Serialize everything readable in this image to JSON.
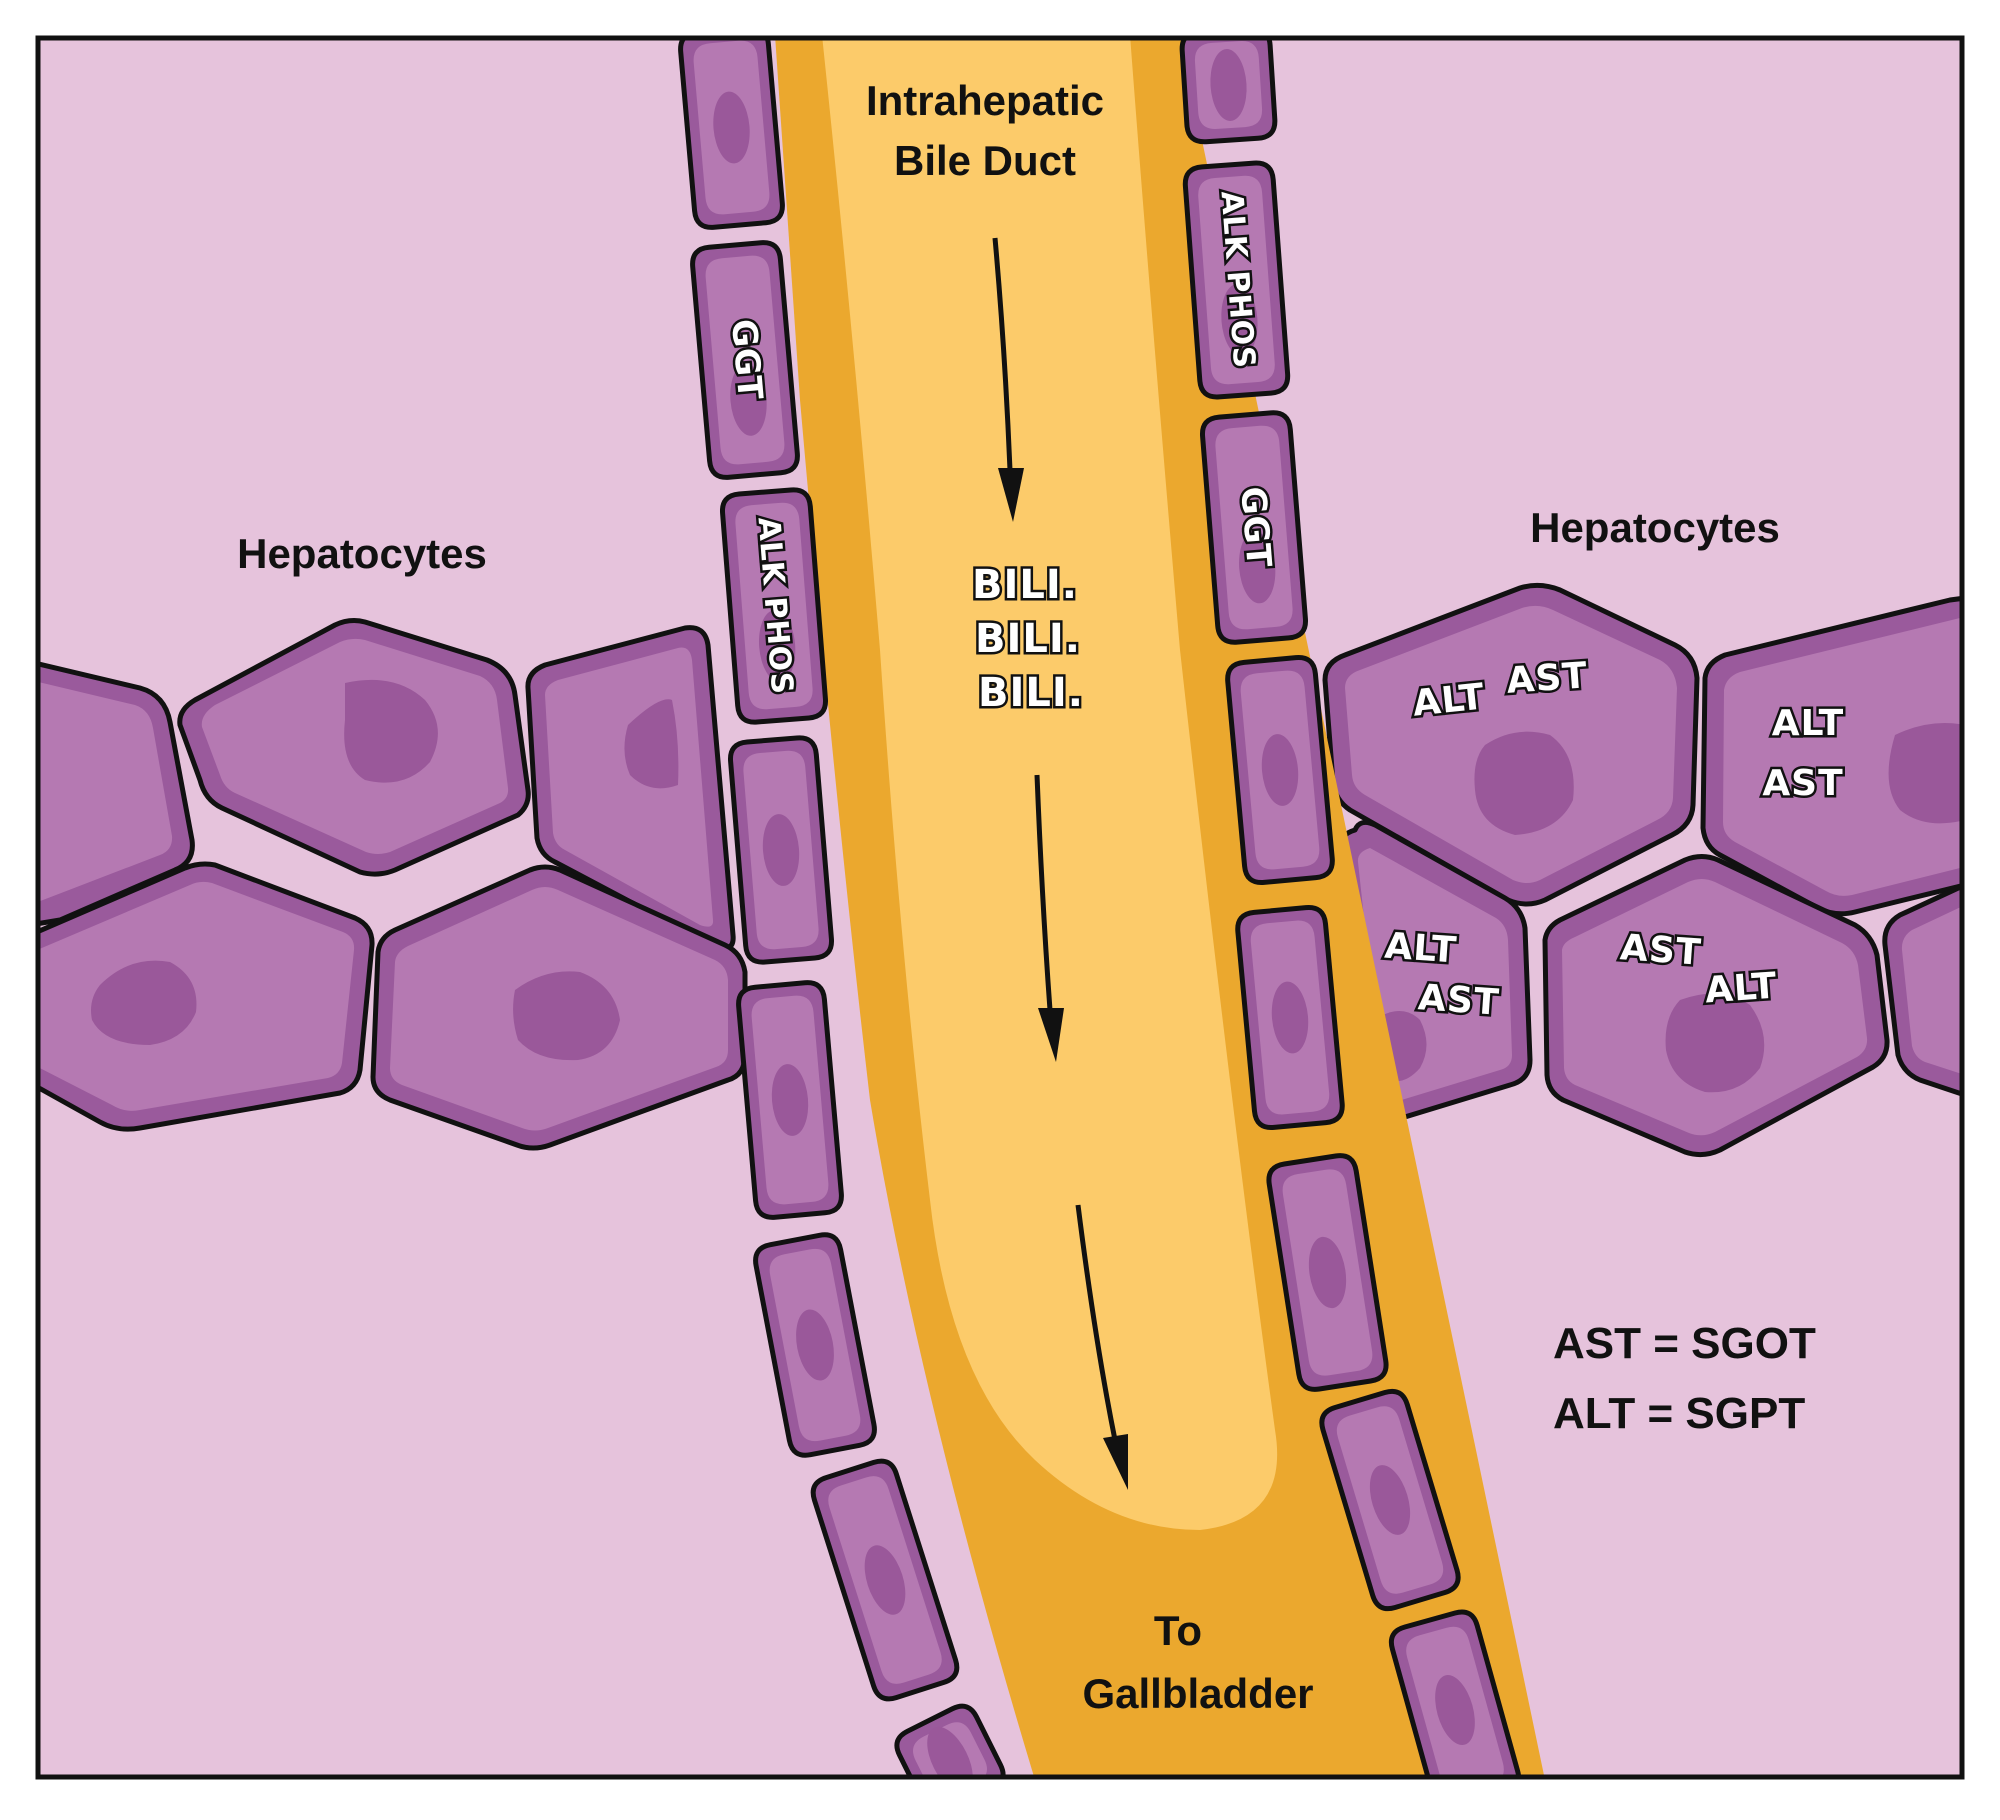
{
  "colors": {
    "background_tissue": "#e6c3dc",
    "cell_border": "#9a5a9c",
    "cell_fill": "#b579b2",
    "nucleus": "#9a589a",
    "duct_wall": "#eba82e",
    "duct_lumen": "#fccb6a",
    "outline": "#111111",
    "enzyme_text": "#ffffff"
  },
  "labels": {
    "duct_title_line1": "Intrahepatic",
    "duct_title_line2": "Bile Duct",
    "hepatocytes_left": "Hepatocytes",
    "hepatocytes_right": "Hepatocytes",
    "destination_line1": "To",
    "destination_line2": "Gallbladder"
  },
  "bile_markers": [
    "BILI.",
    "BILI.",
    "BILI."
  ],
  "duct_cells_left": [
    {
      "enzyme": ""
    },
    {
      "enzyme": "GGT"
    },
    {
      "enzyme": "ALK PHOS"
    },
    {
      "enzyme": ""
    },
    {
      "enzyme": ""
    },
    {
      "enzyme": ""
    },
    {
      "enzyme": ""
    },
    {
      "enzyme": ""
    }
  ],
  "duct_cells_right": [
    {
      "enzyme": ""
    },
    {
      "enzyme": "ALK PHOS"
    },
    {
      "enzyme": "GGT"
    },
    {
      "enzyme": ""
    },
    {
      "enzyme": ""
    },
    {
      "enzyme": ""
    },
    {
      "enzyme": ""
    },
    {
      "enzyme": ""
    }
  ],
  "hepatocyte_enzymes_right": [
    {
      "cell": "top-left",
      "labels": [
        "ALT",
        "AST"
      ]
    },
    {
      "cell": "top-right",
      "labels": [
        "ALT",
        "AST"
      ]
    },
    {
      "cell": "bottom-left",
      "labels": [
        "ALT",
        "AST"
      ]
    },
    {
      "cell": "bottom-middle",
      "labels": [
        "AST",
        "ALT"
      ]
    }
  ],
  "legend": {
    "line1": "AST = SGOT",
    "line2": "ALT = SGPT"
  },
  "flow_arrows": {
    "count": 3,
    "direction": "down"
  }
}
